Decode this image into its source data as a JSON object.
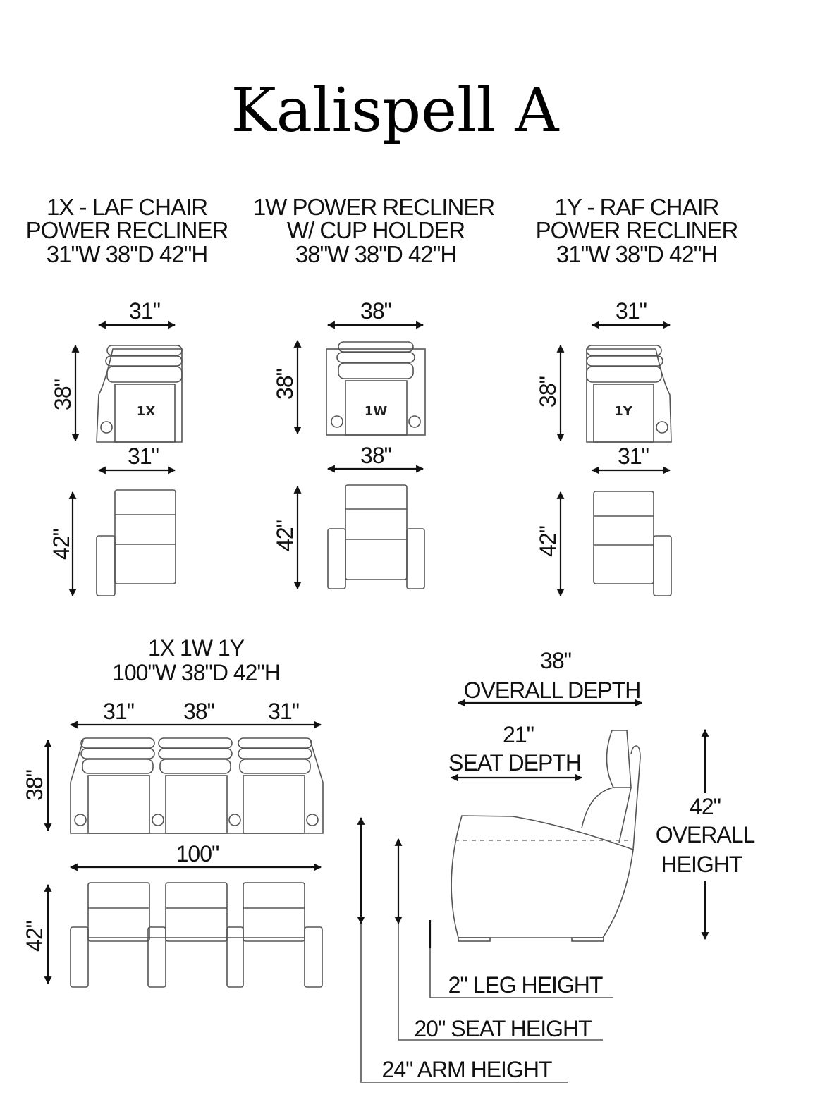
{
  "title": "Kalispell A",
  "pieces": [
    {
      "id": "1X",
      "header": [
        "1X - LAF CHAIR",
        "POWER RECLINER",
        "31\"W 38\"D 42\"H"
      ],
      "width": "31\"",
      "depth": "38\"",
      "height": "42\"",
      "label": "1X"
    },
    {
      "id": "1W",
      "header": [
        "1W POWER RECLINER",
        "W/ CUP HOLDER",
        "38\"W 38\"D 42\"H"
      ],
      "width": "38\"",
      "depth": "38\"",
      "height": "42\"",
      "label": "1W"
    },
    {
      "id": "1Y",
      "header": [
        "1Y - RAF CHAIR",
        "POWER RECLINER",
        "31\"W 38\"D 42\"H"
      ],
      "width": "31\"",
      "depth": "38\"",
      "height": "42\"",
      "label": "1Y"
    }
  ],
  "sectional": {
    "header": [
      "1X 1W 1Y",
      "100\"W 38\"D 42\"H"
    ],
    "widths": [
      "31\"",
      "38\"",
      "31\""
    ],
    "overall_width": "100\"",
    "depth": "38\"",
    "height": "42\""
  },
  "side_view": {
    "overall_depth_value": "38\"",
    "overall_depth_label": "OVERALL DEPTH",
    "seat_depth_value": "21\"",
    "seat_depth_label": "SEAT DEPTH",
    "overall_height_value": "42\"",
    "overall_height_label": [
      "OVERALL",
      "HEIGHT"
    ],
    "leg_height": "2\" LEG HEIGHT",
    "seat_height": "20\" SEAT HEIGHT",
    "arm_height": "24\" ARM HEIGHT"
  }
}
